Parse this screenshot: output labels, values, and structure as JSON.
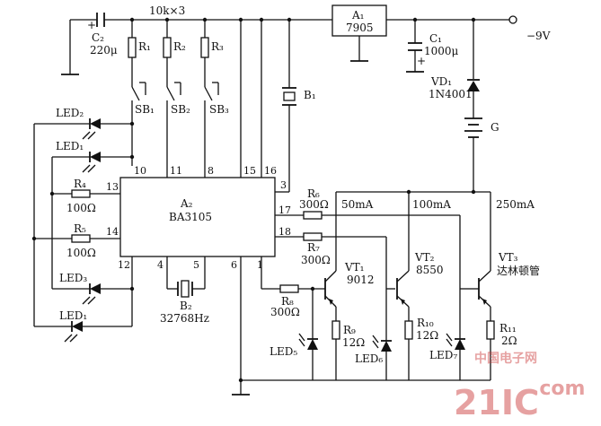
{
  "labels": {
    "r_array": "10k×3",
    "r1": "R₁",
    "r2": "R₂",
    "r3": "R₃",
    "c2": "C₂",
    "c2_val": "220μ",
    "c2_plus": "+",
    "a1": "A₁",
    "a1_part": "7905",
    "c1": "C₁",
    "c1_val": "1000μ",
    "c1_plus": "+",
    "supply": "−9V",
    "vd1": "VD₁",
    "vd1_part": "1N4001",
    "g": "G",
    "b1": "B₁",
    "sb1": "SB₁",
    "sb2": "SB₂",
    "sb3": "SB₃",
    "led2": "LED₂",
    "led_l": "LED₁",
    "led3": "LED₃",
    "led1": "LED₁",
    "led5": "LED₅",
    "led6": "LED₆",
    "led7": "LED₇",
    "a2": "A₂",
    "a2_part": "BA3105",
    "r4": "R₄",
    "r4_val": "100Ω",
    "r5": "R₅",
    "r5_val": "100Ω",
    "r6": "R₆",
    "r6_val": "300Ω",
    "r7": "R₇",
    "r7_val": "300Ω",
    "r8": "R₈",
    "r8_val": "300Ω",
    "r9": "R₉",
    "r9_val": "12Ω",
    "r10": "R₁₀",
    "r10_val": "12Ω",
    "r11": "R₁₁",
    "r11_val": "2Ω",
    "b2": "B₂",
    "b2_val": "32768Hz",
    "vt1": "VT₁",
    "vt1_part": "9012",
    "vt2": "VT₂",
    "vt2_part": "8550",
    "vt3": "VT₃",
    "vt3_part": "达林顿管",
    "i1": "50mA",
    "i2": "100mA",
    "i3": "250mA"
  },
  "pins": {
    "p10": "10",
    "p11": "11",
    "p8": "8",
    "p15": "15",
    "p16": "16",
    "p13": "13",
    "p14": "14",
    "p3": "3",
    "p17": "17",
    "p18": "18",
    "p12": "12",
    "p4": "4",
    "p5": "5",
    "p6": "6",
    "p1": "1"
  },
  "watermark": {
    "brand": "21IC",
    "cn": "中国电子网",
    "domain": ".com"
  }
}
